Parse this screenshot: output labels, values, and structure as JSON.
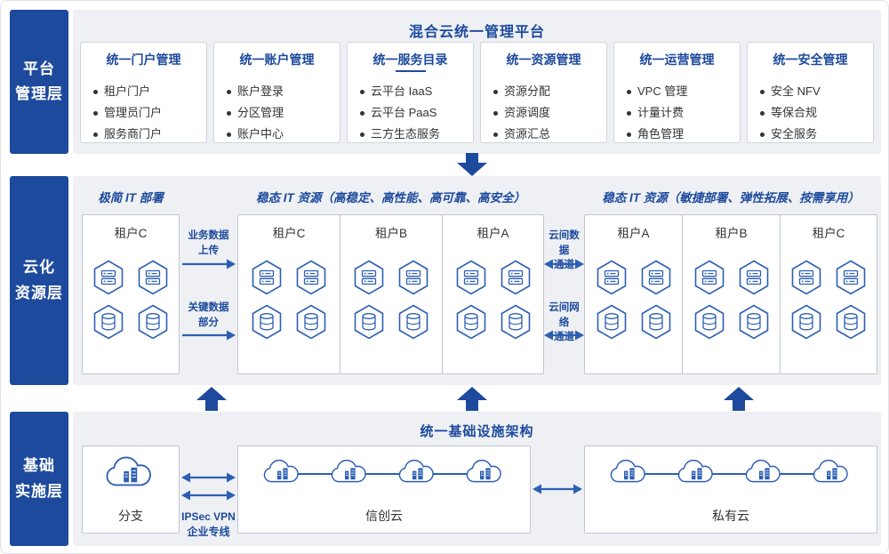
{
  "colors": {
    "primary": "#1d4a9c",
    "icon_blue": "#2c5fb3",
    "layer_bg": "#eef0f4"
  },
  "platform": {
    "layer_label": "平台\n管理层",
    "title": "混合云统一管理平台",
    "boxes": [
      {
        "title": "统一门户管理",
        "items": [
          "租户门户",
          "管理员门户",
          "服务商门户"
        ]
      },
      {
        "title": "统一账户管理",
        "items": [
          "账户登录",
          "分区管理",
          "账户中心"
        ]
      },
      {
        "title": "统一服务目录",
        "items": [
          "云平台 IaaS",
          "云平台 PaaS",
          "三方生态服务"
        ]
      },
      {
        "title": "统一资源管理",
        "items": [
          "资源分配",
          "资源调度",
          "资源汇总"
        ]
      },
      {
        "title": "统一运营管理",
        "items": [
          "VPC 管理",
          "计量计费",
          "角色管理"
        ]
      },
      {
        "title": "统一安全管理",
        "items": [
          "安全 NFV",
          "等保合规",
          "安全服务"
        ]
      }
    ]
  },
  "cloud": {
    "layer_label": "云化\n资源层",
    "left_group_title": "极简 IT 部署",
    "middle_group_title": "稳态 IT 资源（高稳定、高性能、高可靠、高安全）",
    "right_group_title": "稳态 IT 资源（敏捷部署、弹性拓展、按需享用）",
    "left_tenant": "租户C",
    "middle_tenants": [
      "租户C",
      "租户B",
      "租户A"
    ],
    "right_tenants": [
      "租户A",
      "租户B",
      "租户C"
    ],
    "left_arrows": [
      "业务数据\n上传",
      "关键数据\n部分"
    ],
    "right_arrows": [
      "云间数据\n通道",
      "云间网络\n通道"
    ]
  },
  "infra": {
    "layer_label": "基础\n实施层",
    "title": "统一基础设施架构",
    "branch_label": "分支",
    "vpn_label": "IPSec VPN\n企业专线",
    "xinchuang_label": "信创云",
    "private_label": "私有云"
  }
}
